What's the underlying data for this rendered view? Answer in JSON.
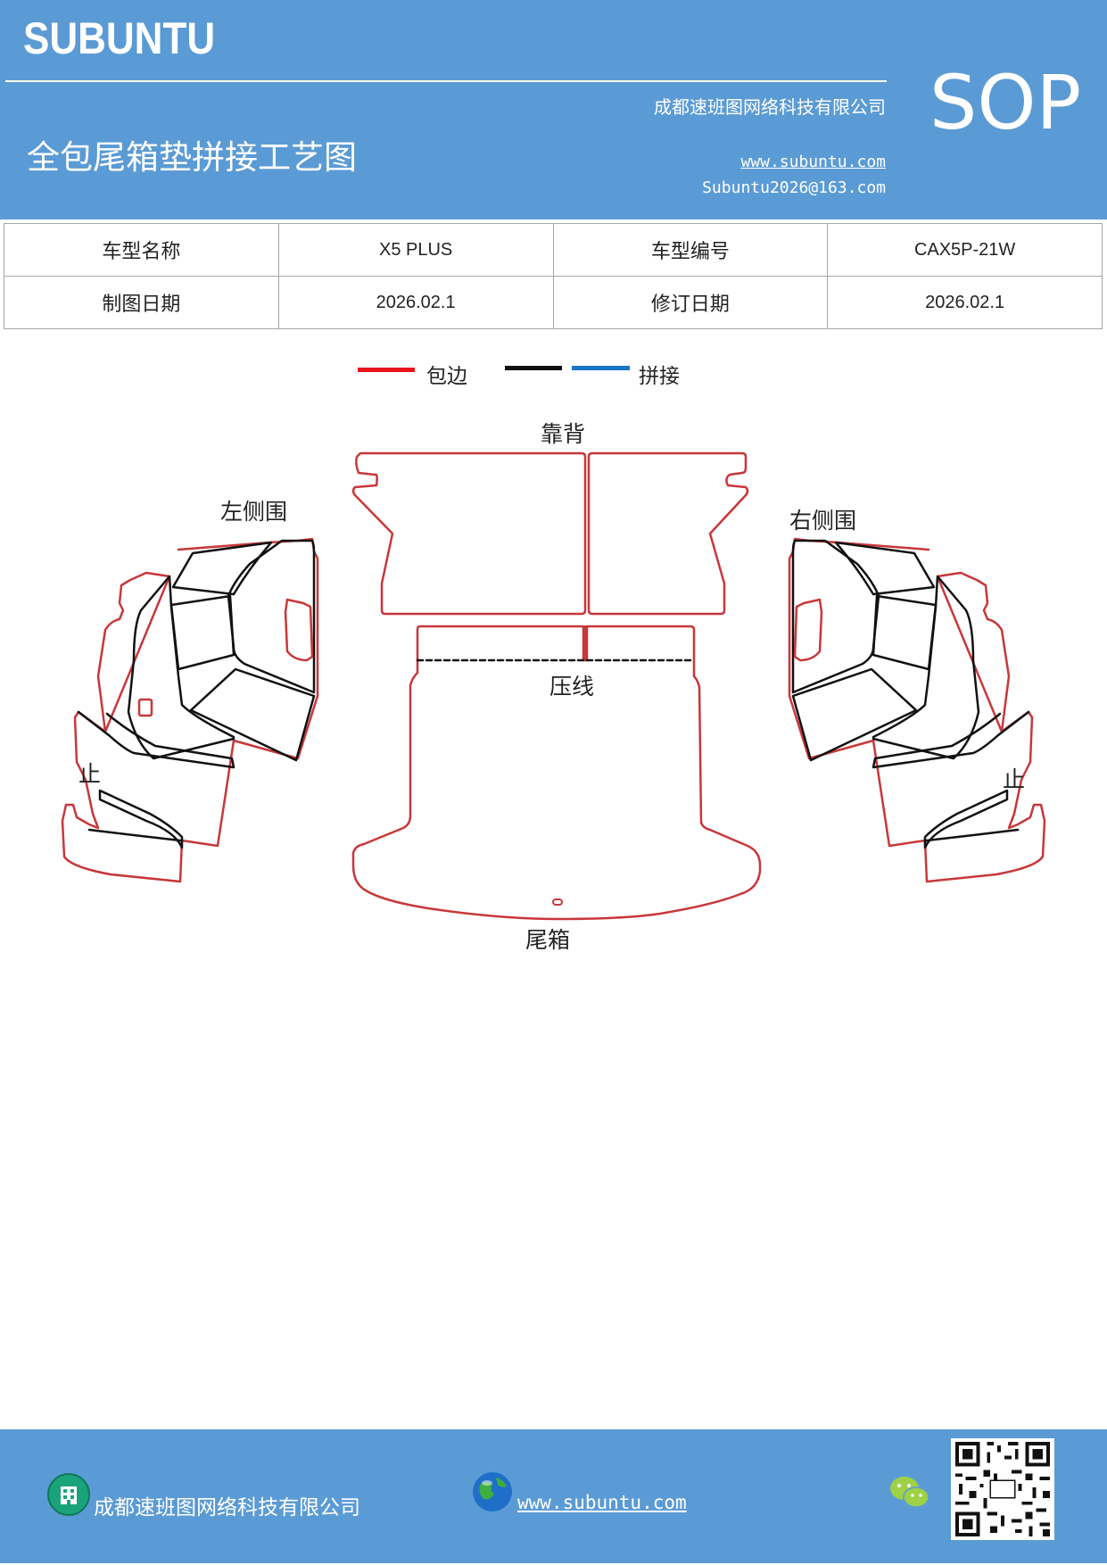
{
  "header": {
    "brand": "SUBUNTU",
    "company": "成都速班图网络科技有限公司",
    "title": "全包尾箱垫拼接工艺图",
    "website": "www.subuntu.com",
    "email": "Subuntu2026@163.com",
    "doc_type": "SOP",
    "background_color": "#5b9bd5"
  },
  "info": {
    "model_name_label": "车型名称",
    "model_name": "X5 PLUS",
    "model_code_label": "车型编号",
    "model_code": "CAX5P-21W",
    "draw_date_label": "制图日期",
    "draw_date": "2026.02.1",
    "revise_date_label": "修订日期",
    "revise_date": "2026.02.1"
  },
  "legend": {
    "edge_label": "包边",
    "edge_color": "#e8131c",
    "black_color": "#111111",
    "splice_label": "拼接",
    "splice_color": "#1a75c4"
  },
  "diagram": {
    "backrest": "靠背",
    "left_side": "左侧围",
    "right_side": "右侧围",
    "press_line": "压线",
    "trunk": "尾箱",
    "left_small_mark": "止",
    "right_small_mark": "止",
    "outline_color": "#c8373a",
    "seam_color": "#111111"
  },
  "footer": {
    "company": "成都速班图网络科技有限公司",
    "website": "www.subuntu.com",
    "building_icon": "building-icon",
    "globe_icon": "globe-icon",
    "wechat_icon": "wechat-icon",
    "qr_icon": "qr-code"
  }
}
